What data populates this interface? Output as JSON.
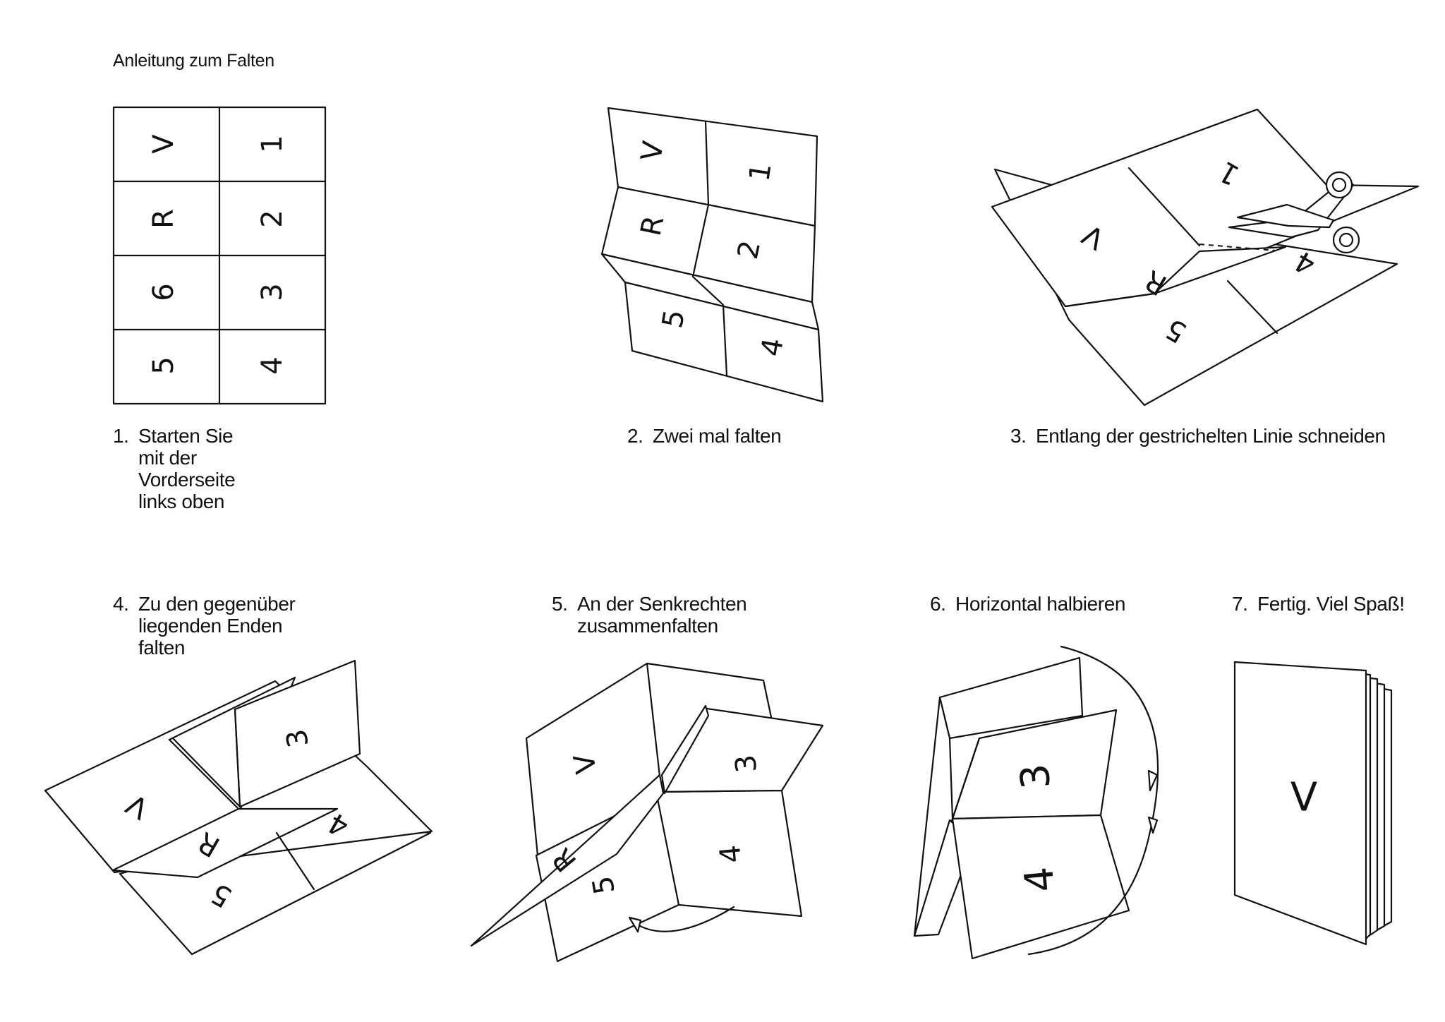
{
  "title": "Anleitung zum Falten",
  "steps": [
    {
      "number": "1.",
      "lines": [
        "Starten Sie mit der",
        "Vorderseite links oben"
      ]
    },
    {
      "number": "2.",
      "lines": [
        "Zwei mal falten"
      ]
    },
    {
      "number": "3.",
      "lines": [
        "Entlang der gestrichelten Linie schneiden"
      ]
    },
    {
      "number": "4.",
      "lines": [
        "Zu den gegenüber",
        "liegenden Enden",
        "falten"
      ]
    },
    {
      "number": "5.",
      "lines": [
        "An der Senkrechten",
        "zusammenfalten"
      ]
    },
    {
      "number": "6.",
      "lines": [
        "Horizontal halbieren"
      ]
    },
    {
      "number": "7.",
      "lines": [
        "Fertig. Viel Spaß!"
      ]
    }
  ],
  "panels": {
    "grid": [
      "V",
      "1",
      "R",
      "2",
      "6",
      "3",
      "5",
      "4"
    ],
    "front_page": "V",
    "back_page": "R"
  },
  "icons": [
    "scissors-icon",
    "curved-arrow-icon"
  ]
}
